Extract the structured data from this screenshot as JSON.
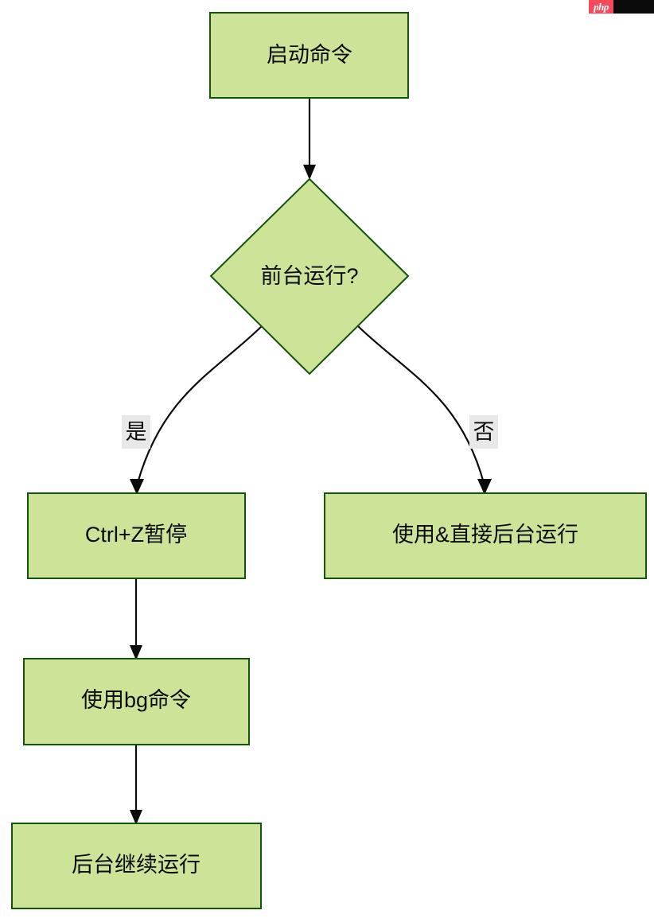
{
  "diagram": {
    "type": "flowchart",
    "direction": "top-to-bottom",
    "theme": {
      "node_fill": "#cde498",
      "node_stroke": "#13540c",
      "edge_color": "#0b0b0b",
      "edge_label_bg": "#e8e8e8",
      "text_color": "#0b0b0b",
      "background": "#ffffff"
    },
    "nodes": [
      {
        "id": "start",
        "shape": "rectangle",
        "label": "启动命令"
      },
      {
        "id": "decision",
        "shape": "diamond",
        "label": "前台运行?"
      },
      {
        "id": "suspend",
        "shape": "rectangle",
        "label": "Ctrl+Z暂停"
      },
      {
        "id": "ampersand",
        "shape": "rectangle",
        "label": "使用&直接后台运行"
      },
      {
        "id": "bg",
        "shape": "rectangle",
        "label": "使用bg命令"
      },
      {
        "id": "running",
        "shape": "rectangle",
        "label": "后台继续运行"
      }
    ],
    "edges": [
      {
        "from": "start",
        "to": "decision",
        "label": ""
      },
      {
        "from": "decision",
        "to": "suspend",
        "label": "是"
      },
      {
        "from": "decision",
        "to": "ampersand",
        "label": "否"
      },
      {
        "from": "suspend",
        "to": "bg",
        "label": ""
      },
      {
        "from": "bg",
        "to": "running",
        "label": ""
      }
    ]
  },
  "watermark": {
    "logo_text": "php",
    "logo_color": "#f9475b",
    "bar_color": "#0a0a0a"
  }
}
